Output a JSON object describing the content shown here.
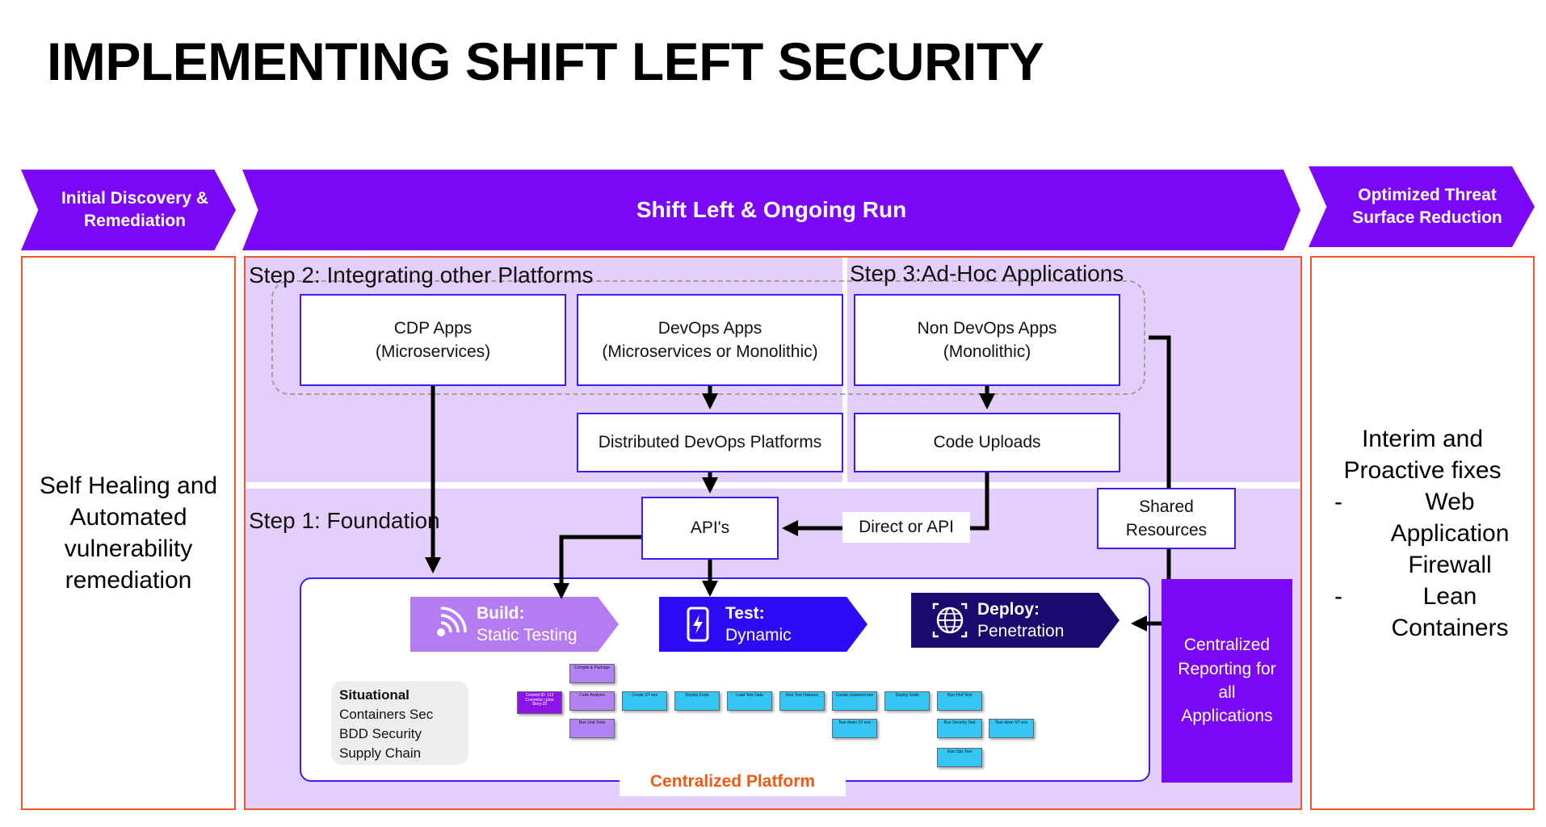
{
  "title": "IMPLEMENTING SHIFT LEFT SECURITY",
  "banners": {
    "left": "Initial Discovery & Remediation",
    "middle": "Shift Left & Ongoing Run",
    "right": "Optimized Threat Surface Reduction"
  },
  "left_panel": {
    "text": "Self Healing and Automated vulnerability remediation"
  },
  "right_panel": {
    "heading": "Interim and Proactive fixes",
    "items": [
      "Web Application Firewall",
      "Lean Containers"
    ],
    "bullet": "-"
  },
  "steps": {
    "step2": "Step 2: Integrating other Platforms",
    "step3": "Step 3:Ad-Hoc Applications",
    "step1": "Step 1: Foundation"
  },
  "boxes": {
    "cdp": {
      "line1": "CDP Apps",
      "line2": "(Microservices)"
    },
    "devops": {
      "line1": "DevOps Apps",
      "line2": "(Microservices or Monolithic)"
    },
    "nondevops": {
      "line1": "Non DevOps Apps",
      "line2": "(Monolithic)"
    },
    "distributed": "Distributed DevOps Platforms",
    "uploads": "Code Uploads",
    "apis": "API's",
    "direct": "Direct or API",
    "shared": {
      "line1": "Shared",
      "line2": "Resources"
    }
  },
  "phases": {
    "build": {
      "title": "Build:",
      "subtitle": "Static Testing",
      "icon": "radar-icon",
      "color": "#b57cf2"
    },
    "test": {
      "title": "Test:",
      "subtitle": "Dynamic",
      "icon": "mobile-lightning-icon",
      "color": "#2d0bf5"
    },
    "deploy": {
      "title": "Deploy:",
      "subtitle": "Penetration",
      "icon": "globe-icon",
      "color": "#1a0a6e"
    }
  },
  "situational": {
    "heading": "Situational",
    "items": [
      "Containers Sec",
      "BDD Security",
      "Supply Chain"
    ]
  },
  "pipeline": {
    "commit": "Commit ID: 113 Committe r:jdoe Story:25",
    "stages": [
      "Compile & Package",
      "Code Analysis",
      "Run Unit Tests",
      "Create ST env",
      "Deploy Code",
      "Load Test Data",
      "Run Test Harness",
      "Create clustered env",
      "Tear down ST env",
      "Deploy Code",
      "Run Perf Test",
      "Run Security Test",
      "Tear down ST env",
      "Run Ops Test"
    ]
  },
  "platform_label": "Centralized Platform",
  "reporting": "Centralized Reporting for all Applications",
  "colors": {
    "accent_purple": "#7a08f5",
    "light_lavender": "#e3cffa",
    "border_orange": "#f0562b",
    "box_border_blue": "#3a1ef0",
    "platform_label_orange": "#f05a14",
    "pipeline_cyan": "#33c6f5"
  }
}
